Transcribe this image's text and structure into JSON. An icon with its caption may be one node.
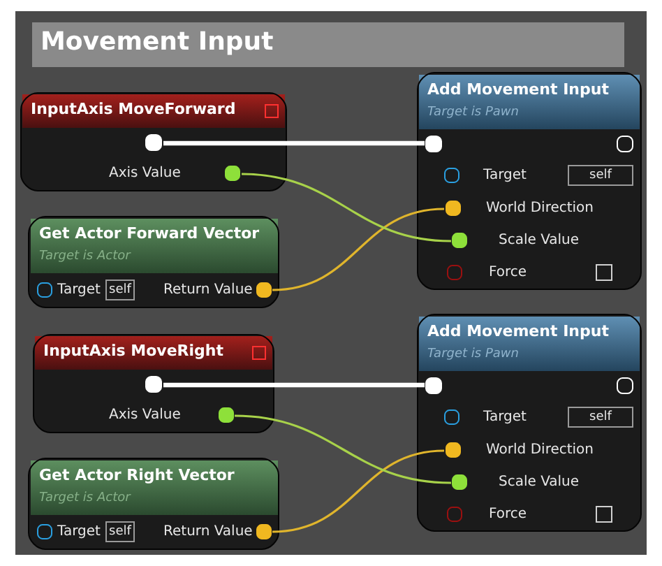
{
  "diagram": {
    "title": "Movement Input",
    "nodes": [
      {
        "text": [
          "InputAxis MoveForward",
          "Axis Value"
        ]
      },
      {
        "text": [
          "Add Movement Input",
          "Target is Pawn",
          "Target",
          "self",
          "World Direction",
          "Scale Value",
          "Force"
        ]
      },
      {
        "text": [
          "Get Actor Forward Vector",
          "Target is Actor",
          "Target",
          "self",
          "Return Value"
        ]
      },
      {
        "text": [
          "InputAxis MoveRight",
          "Axis Value"
        ]
      },
      {
        "text": [
          "Add Movement Input",
          "Target is Pawn",
          "Target",
          "self",
          "World Direction",
          "Scale Value",
          "Force"
        ]
      },
      {
        "text": [
          "Get Actor Right Vector",
          "Target is Actor",
          "Target",
          "self",
          "Return Value"
        ]
      }
    ],
    "edges": [
      {
        "from": 0,
        "to": 1,
        "arrow": "none",
        "style": "thick",
        "color": "#ffffff"
      },
      {
        "from": 0,
        "to": 1,
        "arrow": "none",
        "color": "#a8d24a"
      },
      {
        "from": 2,
        "to": 1,
        "arrow": "none",
        "color": "#e0b52c"
      },
      {
        "from": 3,
        "to": 4,
        "arrow": "none",
        "style": "thick",
        "color": "#ffffff"
      },
      {
        "from": 3,
        "to": 4,
        "arrow": "none",
        "color": "#a8d24a"
      },
      {
        "from": 5,
        "to": 4,
        "arrow": "none",
        "color": "#e0b52c"
      }
    ]
  }
}
